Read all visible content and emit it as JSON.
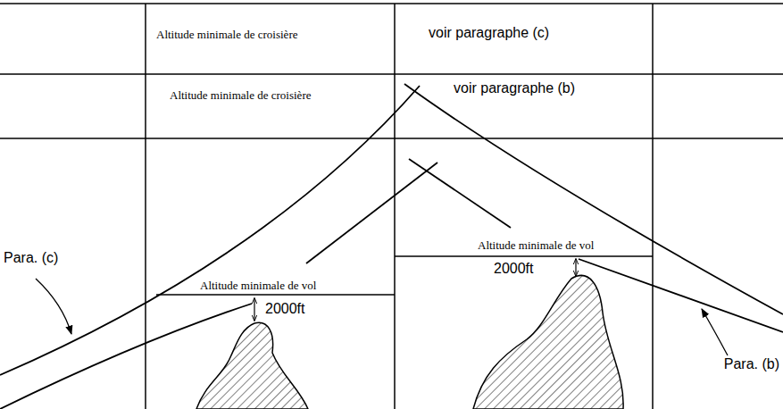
{
  "diagram": {
    "labels": [
      "Altitude minimale de croisière",
      "voir paragraphe (c)",
      "Altitude minimale de croisière",
      "voir paragraphe (b)",
      "Para. (c)",
      "Altitude minimale de vol",
      "Altitude minimale de vol",
      "2000ft",
      "2000ft",
      "Para. (b)"
    ]
  }
}
